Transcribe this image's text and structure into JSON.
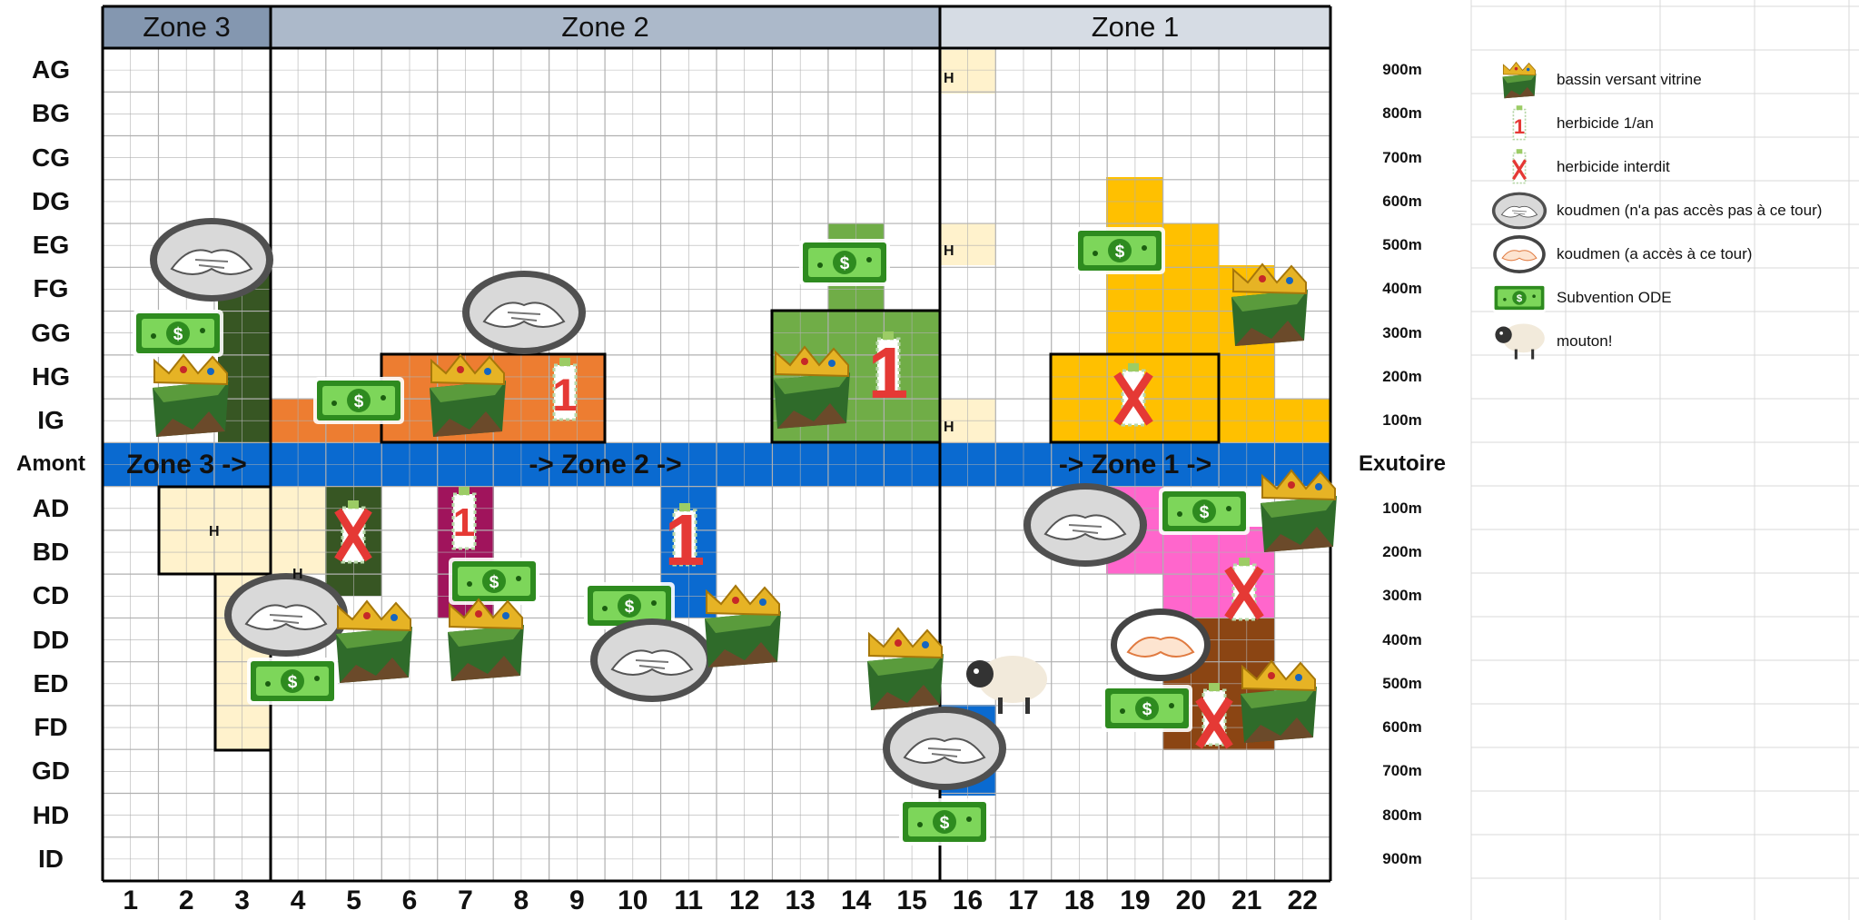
{
  "zones_header": [
    "Zone 3",
    "Zone 2",
    "Zone 1"
  ],
  "river_labels": [
    "Zone 3 ->",
    "-> Zone 2 ->",
    "-> Zone 1 ->"
  ],
  "upper_rows": [
    "AG",
    "BG",
    "CG",
    "DG",
    "EG",
    "FG",
    "GG",
    "HG",
    "IG"
  ],
  "amont_label": "Amont",
  "lower_rows": [
    "AD",
    "BD",
    "CD",
    "DD",
    "ED",
    "FD",
    "GD",
    "HD",
    "ID"
  ],
  "columns": [
    "1",
    "2",
    "3",
    "4",
    "5",
    "6",
    "7",
    "8",
    "9",
    "10",
    "11",
    "12",
    "13",
    "14",
    "15",
    "16",
    "17",
    "18",
    "19",
    "20",
    "21",
    "22"
  ],
  "altitudes_upper": [
    "900m",
    "800m",
    "700m",
    "600m",
    "500m",
    "400m",
    "300m",
    "200m",
    "100m"
  ],
  "exutoire_label": "Exutoire",
  "altitudes_lower": [
    "100m",
    "200m",
    "300m",
    "400m",
    "500m",
    "600m",
    "700m",
    "800m",
    "900m"
  ],
  "plot_marker": "H",
  "herbicide_number": "1",
  "legend": [
    {
      "icon": "crown-watershed-icon",
      "label": "bassin versant vitrine"
    },
    {
      "icon": "herbicide-bottle-icon",
      "label": "herbicide 1/an"
    },
    {
      "icon": "herbicide-forbidden-icon",
      "label": "herbicide interdit"
    },
    {
      "icon": "handshake-grey-icon",
      "label": "koudmen (n'a pas accès pas à ce tour)"
    },
    {
      "icon": "handshake-color-icon",
      "label": "koudmen (a accès à ce tour)"
    },
    {
      "icon": "banknote-icon",
      "label": "Subvention ODE"
    },
    {
      "icon": "sheep-icon",
      "label": "mouton!"
    }
  ],
  "colors": {
    "river": "#1565c0",
    "zone3_header": "#8497b0",
    "zone2_header": "#acb9ca",
    "zone1_header": "#d6dce4",
    "h_plot": "#fff2cc",
    "orange": "#ed7d31",
    "dark_green": "#375623",
    "green": "#70ad47",
    "yellow": "#ffc000",
    "pink": "#ff66cc",
    "magenta": "#a0145c",
    "brown": "#8b4513"
  }
}
